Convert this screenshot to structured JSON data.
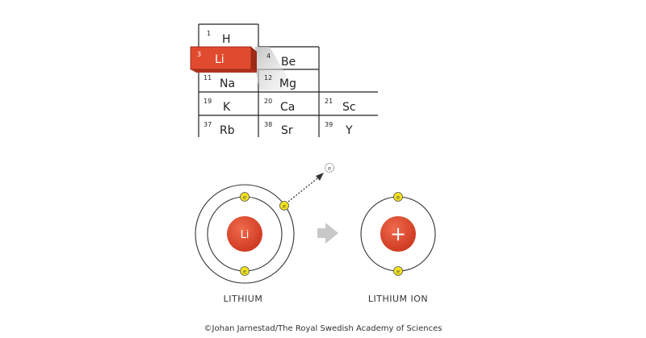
{
  "periodic_table": {
    "cells": [
      {
        "number": "1",
        "symbol": "H"
      },
      {
        "number": "3",
        "symbol": "Li",
        "highlighted": true
      },
      {
        "number": "4",
        "symbol": "Be"
      },
      {
        "number": "11",
        "symbol": "Na"
      },
      {
        "number": "12",
        "symbol": "Mg"
      },
      {
        "number": "19",
        "symbol": "K"
      },
      {
        "number": "20",
        "symbol": "Ca"
      },
      {
        "number": "21",
        "symbol": "Sc"
      },
      {
        "number": "37",
        "symbol": "Rb"
      },
      {
        "number": "38",
        "symbol": "Sr"
      },
      {
        "number": "39",
        "symbol": "Y"
      }
    ],
    "highlight_color": "#e04a2f"
  },
  "atoms": {
    "lithium": {
      "label": "LITHIUM",
      "nucleus": "Li"
    },
    "lithium_ion": {
      "label": "LITHIUM ION",
      "nucleus": "+"
    },
    "electron_symbol": "e",
    "nucleus_color": "#e2452e",
    "electron_color": "#f2e21c",
    "arrow_color": "#c8c8c8"
  },
  "credit": "©Johan Jarnestad/The Royal Swedish Academy of Sciences"
}
